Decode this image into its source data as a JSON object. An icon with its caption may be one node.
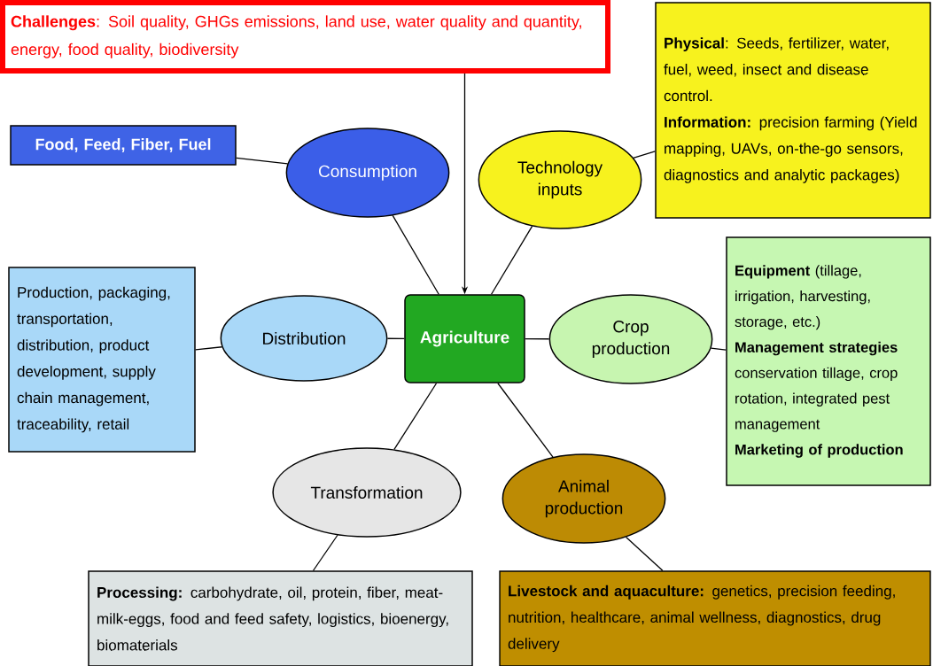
{
  "diagram": {
    "nodes": [
      {
        "text": [
          "**Challenges**: Soil quality, GHGs emissions, land use, water quality and quantity, energy, food quality, biodiversity"
        ]
      },
      {
        "text": [
          "Food, Feed, Fiber, Fuel"
        ]
      },
      {
        "text": [
          "Consumption"
        ]
      },
      {
        "text": [
          "Technology inputs"
        ]
      },
      {
        "text": [
          "**Physical**: Seeds, fertilizer, water, fuel, weed, insect and disease control.",
          "**Information:** precision farming (Yield mapping, UAVs, on-the-go sensors, diagnostics and analytic packages)"
        ]
      },
      {
        "text": [
          "Production, packaging, transportation, distribution, product development, supply chain management, traceability, retail"
        ]
      },
      {
        "text": [
          "Distribution"
        ]
      },
      {
        "text": [
          "Agriculture"
        ]
      },
      {
        "text": [
          "Crop production"
        ]
      },
      {
        "text": [
          "**Equipment** (tillage, irrigation, harvesting, storage, etc.)",
          "**Management strategies** conservation tillage, crop rotation, integrated pest management",
          "**Marketing of production**"
        ]
      },
      {
        "text": [
          "Transformation"
        ]
      },
      {
        "text": [
          "Animal production"
        ]
      },
      {
        "text": [
          "**Processing:** carbohydrate, oil, protein, fiber, meat-milk-eggs, food and feed safety, logistics, bioenergy, biomaterials"
        ]
      },
      {
        "text": [
          "**Livestock and aquaculture:** genetics, precision feeding, nutrition, healthcare, animal wellness, diagnostics, drug delivery"
        ]
      }
    ],
    "edges": [
      {
        "from": 0,
        "to": 7,
        "arrow": "to"
      },
      {
        "from": 1,
        "to": 2,
        "arrow": "none"
      },
      {
        "from": 2,
        "to": 7,
        "arrow": "none"
      },
      {
        "from": 3,
        "to": 7,
        "arrow": "none"
      },
      {
        "from": 3,
        "to": 4,
        "arrow": "none"
      },
      {
        "from": 5,
        "to": 6,
        "arrow": "none"
      },
      {
        "from": 6,
        "to": 7,
        "arrow": "none"
      },
      {
        "from": 7,
        "to": 8,
        "arrow": "none"
      },
      {
        "from": 8,
        "to": 9,
        "arrow": "none"
      },
      {
        "from": 7,
        "to": 10,
        "arrow": "none"
      },
      {
        "from": 7,
        "to": 11,
        "arrow": "none"
      },
      {
        "from": 10,
        "to": 12,
        "arrow": "none"
      },
      {
        "from": 11,
        "to": 13,
        "arrow": "none"
      }
    ]
  }
}
